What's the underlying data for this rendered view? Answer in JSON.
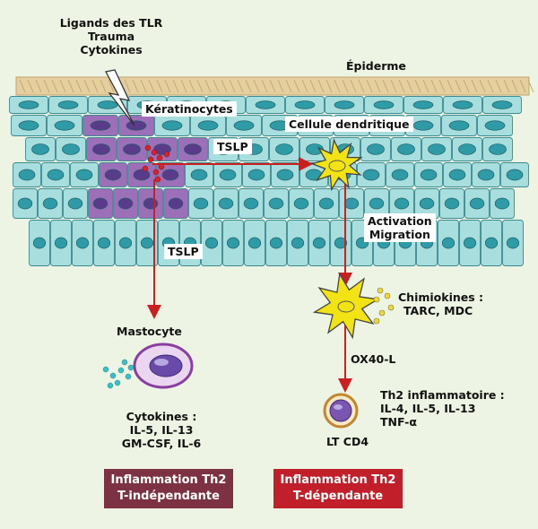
{
  "labels": {
    "triggers": [
      "Ligands des TLR",
      "Trauma",
      "Cytokines"
    ],
    "epiderme": "Épiderme",
    "keratinocytes": "Kératinocytes",
    "cellule_dendritique": "Cellule dendritique",
    "tslp_top": "TSLP",
    "tslp_left": "TSLP",
    "activation": [
      "Activation",
      "Migration"
    ],
    "chimiokines": [
      "Chimiokines :",
      "TARC, MDC"
    ],
    "ox40l": "OX40-L",
    "mastocyte": "Mastocyte",
    "cytokines_mast": [
      "Cytokines :",
      "IL-5, IL-13",
      "GM-CSF, IL-6"
    ],
    "th2_inflam": [
      "Th2 inflammatoire :",
      "IL-4, IL-5, IL-13",
      "TNF-α"
    ],
    "lt_cd4": "LT CD4"
  },
  "boxes": {
    "left": [
      "Inflammation Th2",
      "T-indépendante"
    ],
    "right": [
      "Inflammation Th2",
      "T-dépendante"
    ]
  },
  "colors": {
    "background": "#eef4e4",
    "stratum_corneum": "#e6cf9e",
    "keratinocyte": "#a9dede",
    "keratinocyte_nucleus": "#2e9ba6",
    "activated_cell": "#9c6fb8",
    "arrow": "#cc1f1f",
    "dendritic_cell": "#f2e414",
    "box_left": "#7d3243",
    "box_right": "#c1202a",
    "lymphocyte": "#7a56b0"
  }
}
